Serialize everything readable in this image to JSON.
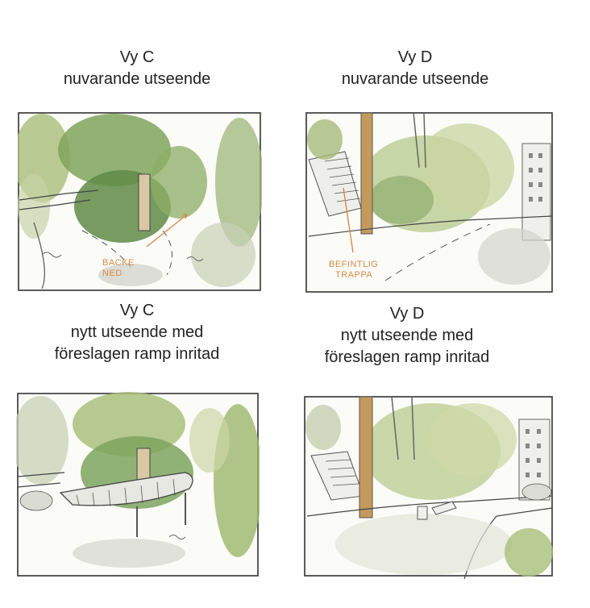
{
  "panels": [
    {
      "title": "Vy C",
      "subtitle": "nuvarande utseende"
    },
    {
      "title": "Vy D",
      "subtitle": "nuvarande utseende"
    },
    {
      "title": "Vy C",
      "subtitle_line1": "nytt utseende med",
      "subtitle_line2": "föreslagen ramp inritad"
    },
    {
      "title": "Vy D",
      "subtitle_line1": "nytt utseende med",
      "subtitle_line2": "föreslagen ramp inritad"
    }
  ],
  "annotations": {
    "c_slope_line1": "BACKE",
    "c_slope_line2": "NED",
    "d_stairs_line1": "BEFINTLIG",
    "d_stairs_line2": "TRAPPA"
  },
  "colors": {
    "foliage_dark": "#6f9a55",
    "foliage_light": "#b8cc85",
    "annotation": "#d98a4a",
    "trunk": "#c49a5c",
    "ink": "#333333"
  }
}
